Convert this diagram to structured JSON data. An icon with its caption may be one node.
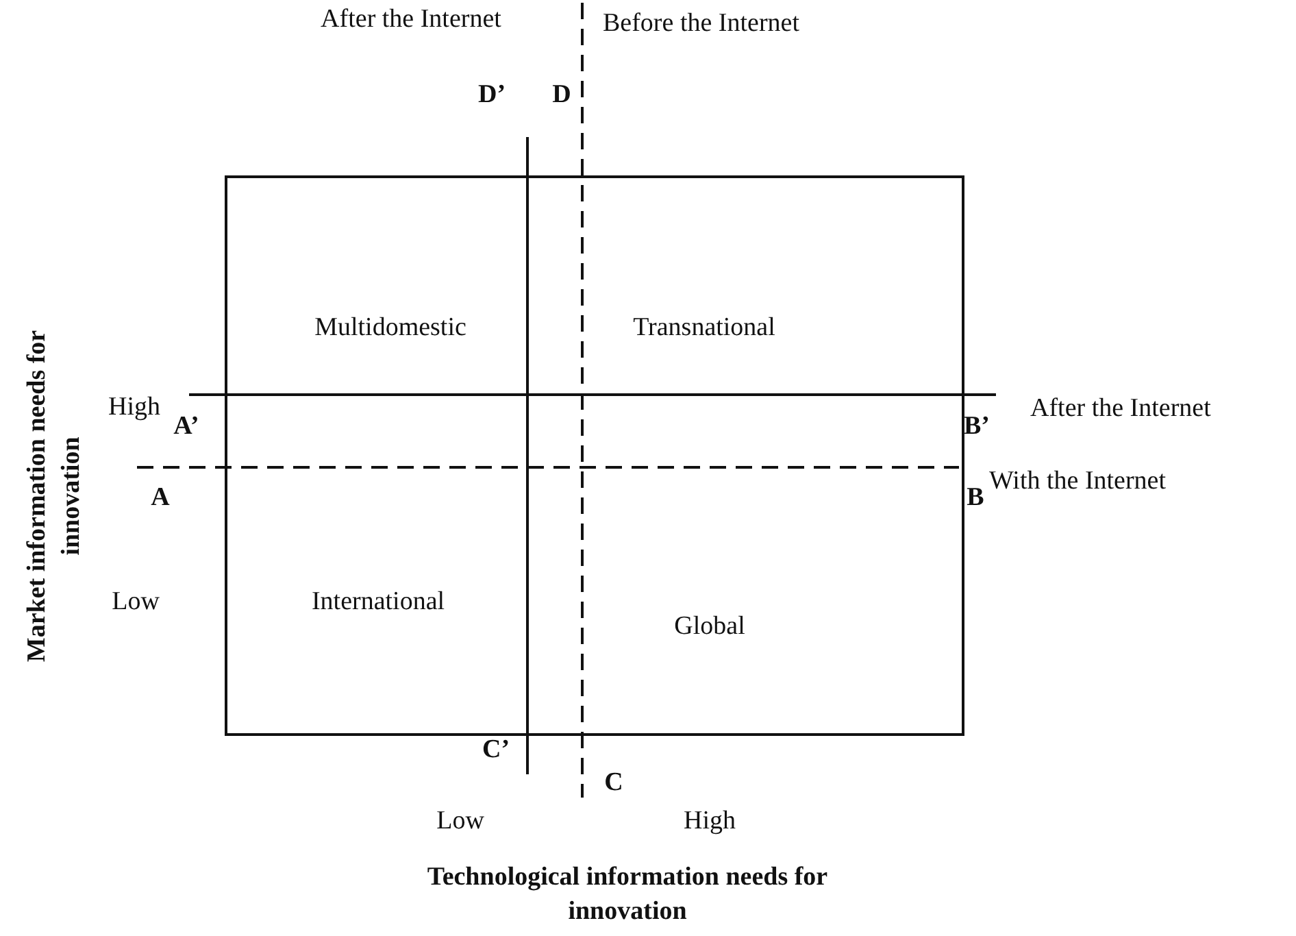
{
  "diagram": {
    "labels": [
      "After the Internet",
      "Before the Internet",
      "D’",
      "D",
      "Multidomestic",
      "Transnational",
      "High",
      "A’",
      "B’",
      "After the Internet",
      "A",
      "B",
      "With the Internet",
      "International",
      "Global",
      "Low",
      "C’",
      "C",
      "Low",
      "High",
      "Technological information needs for innovation",
      "Market information needs for innovation"
    ]
  }
}
